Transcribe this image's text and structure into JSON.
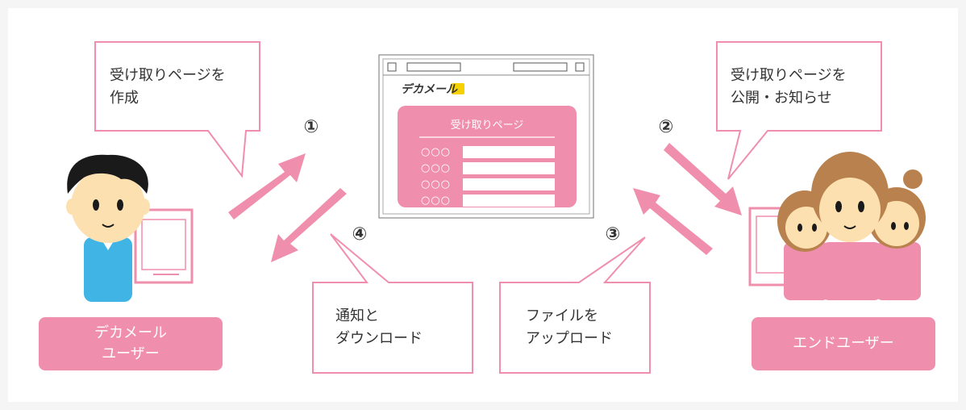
{
  "bubbles": {
    "create": "受け取りページを\n作成",
    "publish": "受け取りページを\n公開・お知らせ",
    "download": "通知と\nダウンロード",
    "upload": "ファイルを\nアップロード"
  },
  "steps": [
    "①",
    "②",
    "③",
    "④"
  ],
  "browser": {
    "brand": "デカメール",
    "page_title": "受け取りページ",
    "row_label": "○○○"
  },
  "labels": {
    "left_user": "デカメール\nユーザー",
    "right_user": "エンドユーザー"
  },
  "colors": {
    "pink": "#f08fad",
    "blue": "#3fb4e5",
    "hair_brown": "#b8814e",
    "skin": "#fde0b0"
  }
}
